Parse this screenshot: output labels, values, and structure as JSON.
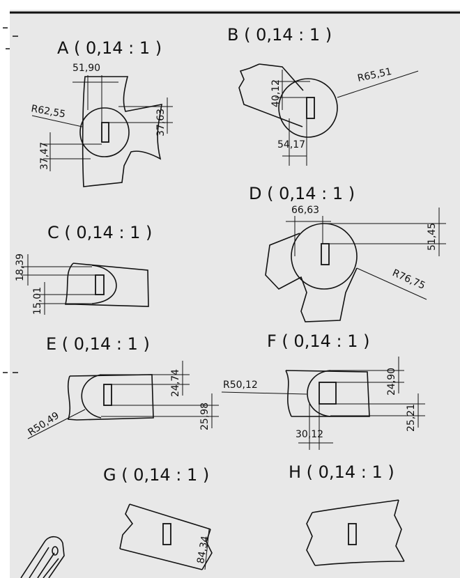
{
  "sheet": {
    "background": "#e8e8e8",
    "ink": "#111111"
  },
  "views": {
    "A": {
      "title": "A ( 0,14 : 1 )",
      "d1": "51,90",
      "d2": "R62,55",
      "d3": "37,63",
      "d4": "37,47"
    },
    "B": {
      "title": "B ( 0,14 : 1 )",
      "d1": "40,12",
      "d2": "R65,51",
      "d3": "54,17"
    },
    "C": {
      "title": "C ( 0,14 : 1 )",
      "d1": "18,39",
      "d2": "15,01"
    },
    "D": {
      "title": "D ( 0,14 : 1 )",
      "d1": "66,63",
      "d2": "51,45",
      "d3": "R76,75"
    },
    "E": {
      "title": "E ( 0,14 : 1 )",
      "d1": "24,74",
      "d2": "25,98",
      "d3": "R50,49"
    },
    "F": {
      "title": "F ( 0,14 : 1 )",
      "d1": "R50,12",
      "d2": "24,90",
      "d3": "25,21",
      "d4": "30,12"
    },
    "G": {
      "title": "G ( 0,14 : 1 )",
      "d1": "84,34"
    },
    "H": {
      "title": "H ( 0,14 : 1 )"
    }
  }
}
